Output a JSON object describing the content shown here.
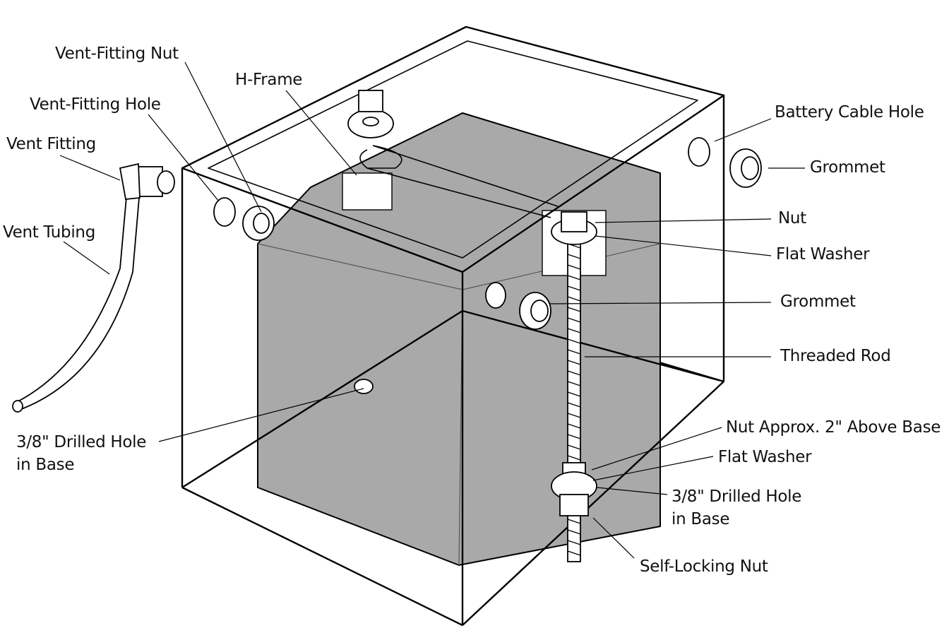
{
  "labels": {
    "vent_fitting_nut": "Vent-Fitting Nut",
    "h_frame": "H-Frame",
    "vent_fitting_hole": "Vent-Fitting Hole",
    "vent_fitting": "Vent Fitting",
    "vent_tubing": "Vent Tubing",
    "drilled_hole_left_line1": "3/8\" Drilled Hole",
    "drilled_hole_left_line2": "in Base",
    "battery_cable_hole": "Battery Cable Hole",
    "grommet_top": "Grommet",
    "nut": "Nut",
    "flat_washer_top": "Flat Washer",
    "grommet_mid": "Grommet",
    "threaded_rod": "Threaded Rod",
    "nut_above_base": "Nut Approx. 2\" Above Base",
    "flat_washer_bottom": "Flat Washer",
    "drilled_hole_right_line1": "3/8\" Drilled Hole",
    "drilled_hole_right_line2": "in Base",
    "self_locking_nut": "Self-Locking Nut"
  },
  "colors": {
    "battery_fill": "#a9a9a9",
    "line": "#000000",
    "background": "#ffffff"
  }
}
